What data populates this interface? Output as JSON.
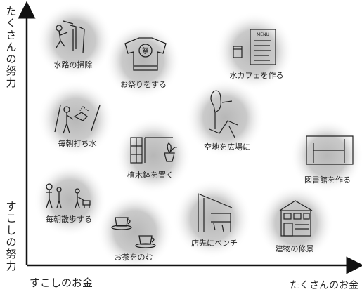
{
  "axes": {
    "y_top": "たくさんの努力",
    "y_bottom": "すこしの努力",
    "x_left": "すこしのお金",
    "x_right": "たくさんのお金"
  },
  "items": [
    {
      "label": "水路の掃除",
      "icon": "person-cleaning-waterway-icon"
    },
    {
      "label": "お祭りをする",
      "icon": "festival-happi-coat-icon"
    },
    {
      "label": "水カフェを作る",
      "icon": "cafe-menu-board-icon"
    },
    {
      "label": "毎朝打ち水",
      "icon": "person-sprinkling-water-icon"
    },
    {
      "label": "空地を広場に",
      "icon": "vacant-lot-tree-icon"
    },
    {
      "label": "植木鉢を置く",
      "icon": "flower-pot-trellis-icon"
    },
    {
      "label": "図書館を作る",
      "icon": "library-building-icon"
    },
    {
      "label": "毎朝散歩する",
      "icon": "people-walking-dog-icon"
    },
    {
      "label": "お茶をのむ",
      "icon": "tea-cups-icon"
    },
    {
      "label": "店先にベンチ",
      "icon": "shopfront-bench-icon"
    },
    {
      "label": "建物の修景",
      "icon": "townhouse-facade-icon"
    }
  ]
}
